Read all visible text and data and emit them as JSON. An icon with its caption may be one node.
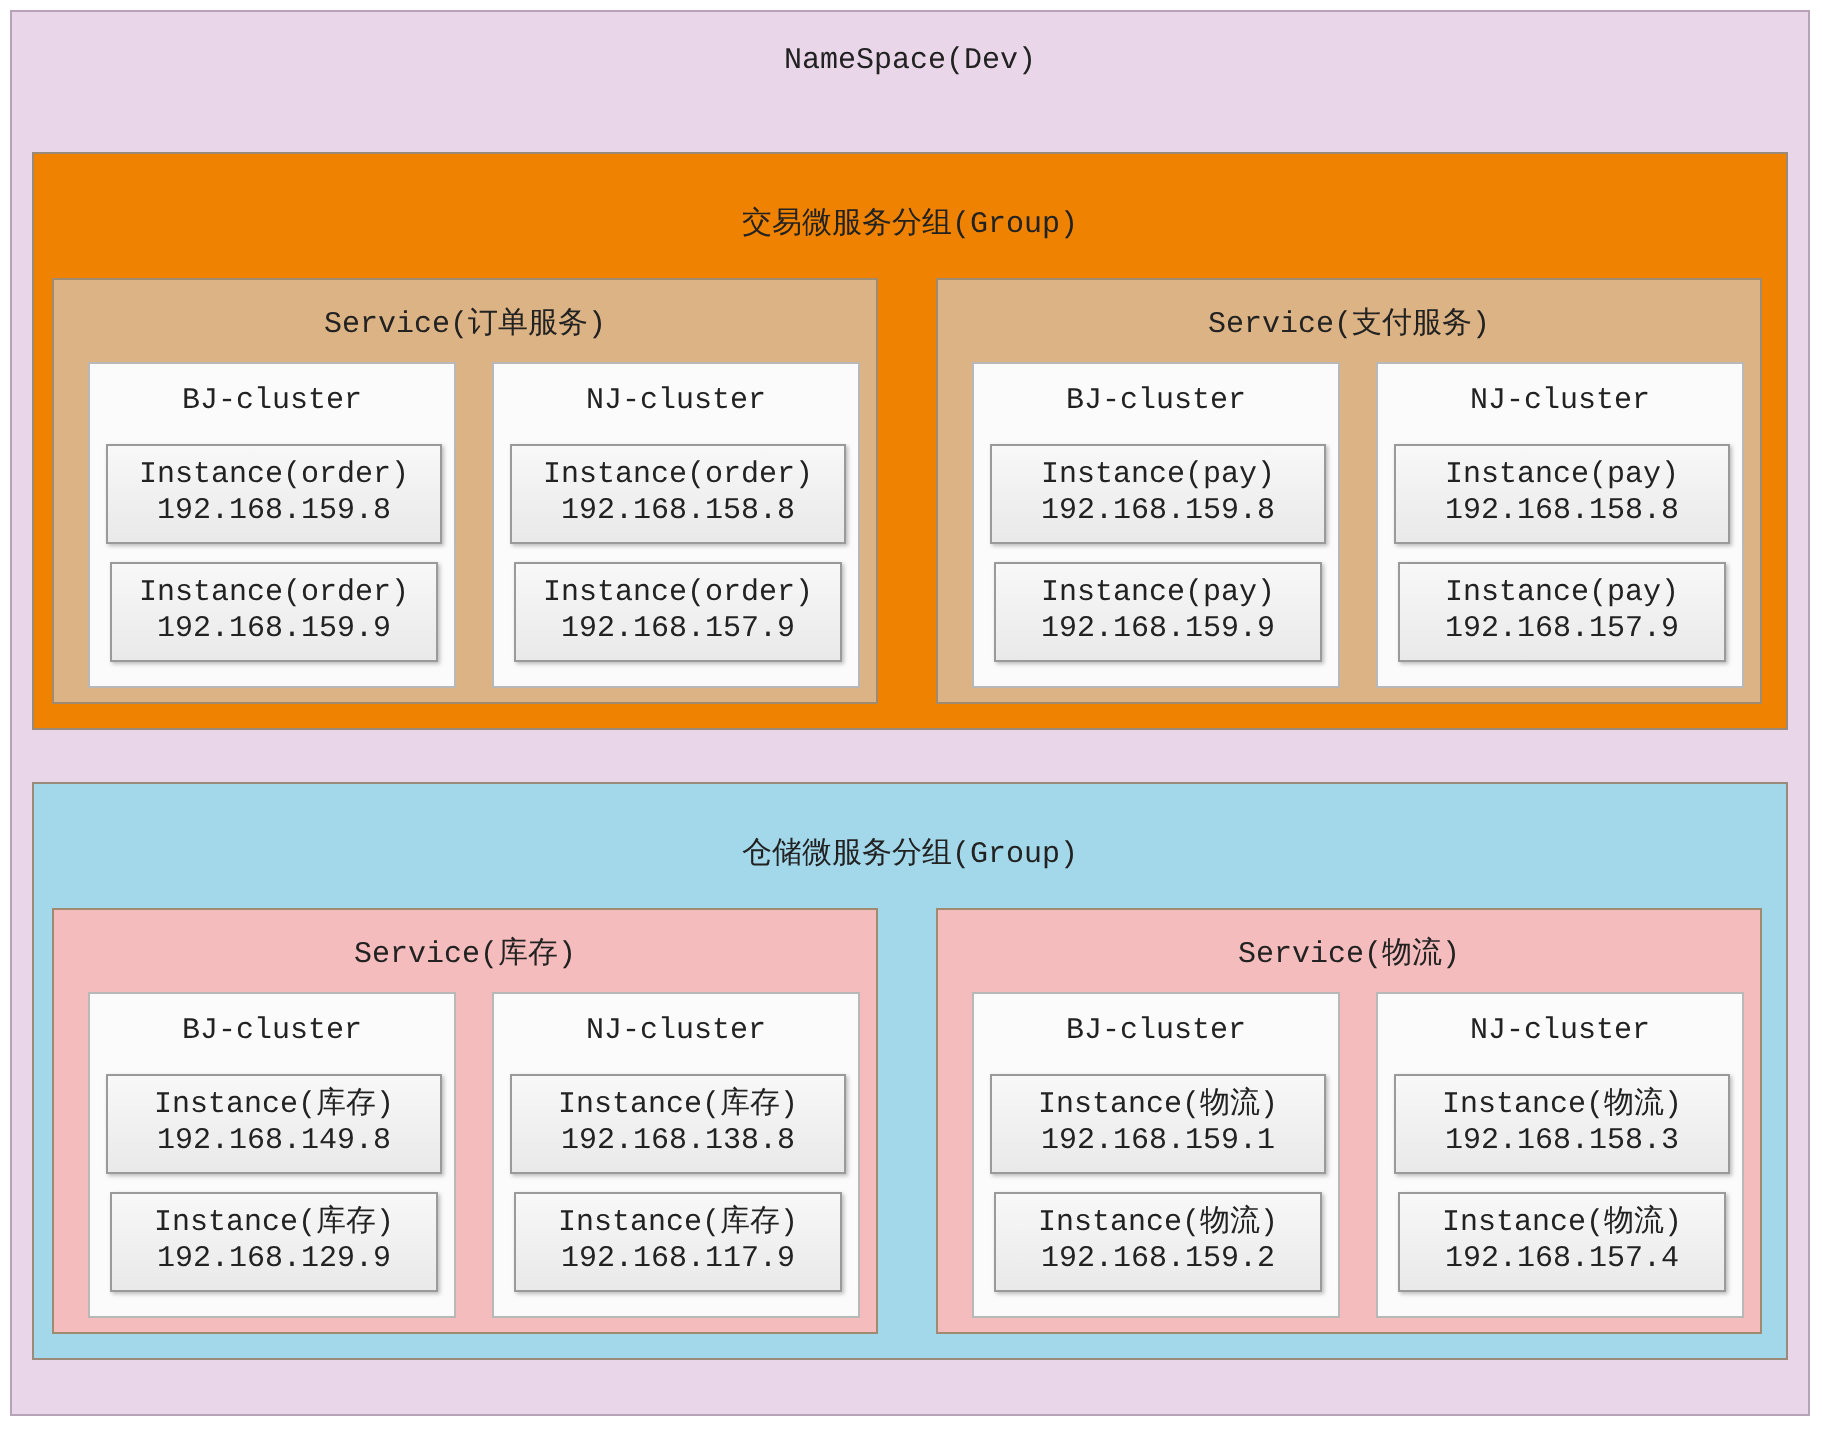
{
  "diagram": {
    "nodes": [
      {
        "text": [
          "NameSpace(Dev)"
        ]
      },
      {
        "text": [
          "交易微服务分组(Group)"
        ],
        "in": 0
      },
      {
        "text": [
          "Service(订单服务)"
        ],
        "in": 1
      },
      {
        "text": [
          "BJ-cluster"
        ],
        "in": 2
      },
      {
        "text": [
          "Instance(order)",
          "192.168.159.8"
        ],
        "in": 3
      },
      {
        "text": [
          "Instance(order)",
          "192.168.159.9"
        ],
        "in": 3
      },
      {
        "text": [
          "NJ-cluster"
        ],
        "in": 2
      },
      {
        "text": [
          "Instance(order)",
          "192.168.158.8"
        ],
        "in": 6
      },
      {
        "text": [
          "Instance(order)",
          "192.168.157.9"
        ],
        "in": 6
      },
      {
        "text": [
          "Service(支付服务)"
        ],
        "in": 1
      },
      {
        "text": [
          "BJ-cluster"
        ],
        "in": 9
      },
      {
        "text": [
          "Instance(pay)",
          "192.168.159.8"
        ],
        "in": 10
      },
      {
        "text": [
          "Instance(pay)",
          "192.168.159.9"
        ],
        "in": 10
      },
      {
        "text": [
          "NJ-cluster"
        ],
        "in": 9
      },
      {
        "text": [
          "Instance(pay)",
          "192.168.158.8"
        ],
        "in": 13
      },
      {
        "text": [
          "Instance(pay)",
          "192.168.157.9"
        ],
        "in": 13
      },
      {
        "text": [
          "仓储微服务分组(Group)"
        ],
        "in": 0
      },
      {
        "text": [
          "Service(库存)"
        ],
        "in": 16
      },
      {
        "text": [
          "BJ-cluster"
        ],
        "in": 17
      },
      {
        "text": [
          "Instance(库存)",
          "192.168.149.8"
        ],
        "in": 18
      },
      {
        "text": [
          "Instance(库存)",
          "192.168.129.9"
        ],
        "in": 18
      },
      {
        "text": [
          "NJ-cluster"
        ],
        "in": 17
      },
      {
        "text": [
          "Instance(库存)",
          "192.168.138.8"
        ],
        "in": 21
      },
      {
        "text": [
          "Instance(库存)",
          "192.168.117.9"
        ],
        "in": 21
      },
      {
        "text": [
          "Service(物流)"
        ],
        "in": 16
      },
      {
        "text": [
          "BJ-cluster"
        ],
        "in": 24
      },
      {
        "text": [
          "Instance(物流)",
          "192.168.159.1"
        ],
        "in": 25
      },
      {
        "text": [
          "Instance(物流)",
          "192.168.159.2"
        ],
        "in": 25
      },
      {
        "text": [
          "NJ-cluster"
        ],
        "in": 24
      },
      {
        "text": [
          "Instance(物流)",
          "192.168.158.3"
        ],
        "in": 28
      },
      {
        "text": [
          "Instance(物流)",
          "192.168.157.4"
        ],
        "in": 28
      }
    ]
  }
}
